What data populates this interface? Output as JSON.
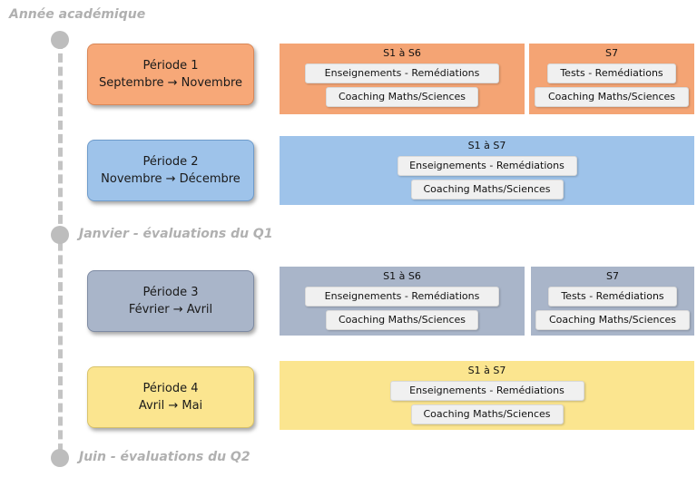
{
  "timeline": {
    "title": "Année académique",
    "milestone_q1": "Janvier - évaluations du Q1",
    "milestone_q2": "Juin - évaluations du Q2"
  },
  "colors": {
    "p1": "#f7a878",
    "p2": "#9ec3ea",
    "p3": "#a9b5c9",
    "p4": "#fbe58f"
  },
  "periods": [
    {
      "name": "Période 1",
      "range": "Septembre → Novembre",
      "panels": [
        {
          "header": "S1 à S6",
          "item1": "Enseignements - Remédiations",
          "item2": "Coaching Maths/Sciences"
        },
        {
          "header": "S7",
          "item1": "Tests - Remédiations",
          "item2": "Coaching Maths/Sciences"
        }
      ]
    },
    {
      "name": "Période 2",
      "range": "Novembre → Décembre",
      "panels": [
        {
          "header": "S1 à S7",
          "item1": "Enseignements - Remédiations",
          "item2": "Coaching Maths/Sciences"
        }
      ]
    },
    {
      "name": "Période 3",
      "range": "Février → Avril",
      "panels": [
        {
          "header": "S1 à S6",
          "item1": "Enseignements - Remédiations",
          "item2": "Coaching Maths/Sciences"
        },
        {
          "header": "S7",
          "item1": "Tests - Remédiations",
          "item2": "Coaching Maths/Sciences"
        }
      ]
    },
    {
      "name": "Période 4",
      "range": "Avril → Mai",
      "panels": [
        {
          "header": "S1 à S7",
          "item1": "Enseignements - Remédiations",
          "item2": "Coaching Maths/Sciences"
        }
      ]
    }
  ]
}
